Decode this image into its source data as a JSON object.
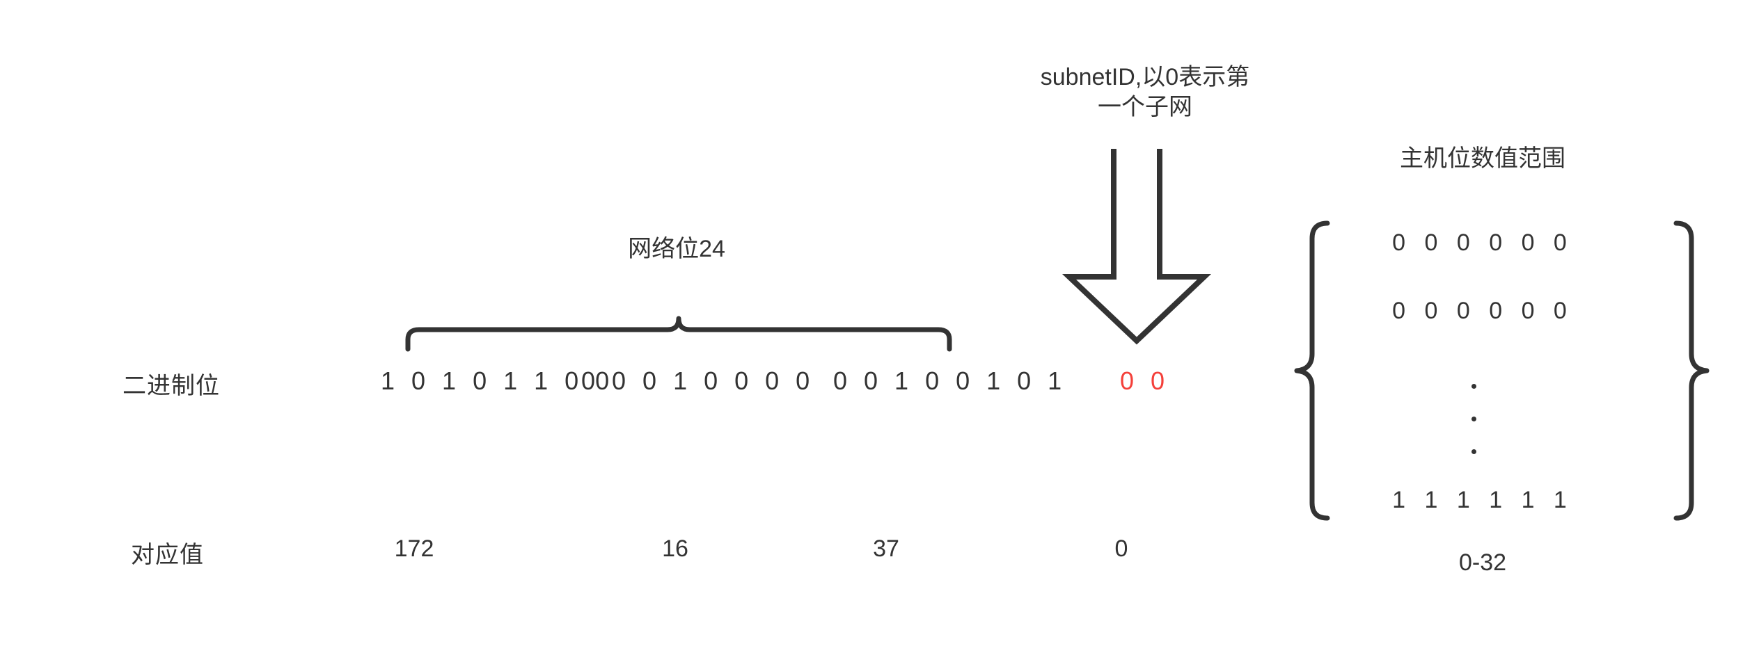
{
  "diagram": {
    "title_network": "网络位24",
    "title_subnet": "subnetID,以0表示第\n一个子网",
    "subnet_line1": "subnetID,以0表示第",
    "subnet_line2": "一个子网",
    "title_hostrange": "主机位数值范围",
    "rows": {
      "binary_label": "二进制位",
      "decimal_label": "对应值"
    },
    "octets": [
      {
        "bits": "1 0 1 0 1 1 0 0",
        "decimal": "172",
        "color": "#333333"
      },
      {
        "bits": "0 0 0 1 0 0 0 0",
        "decimal": "16",
        "color": "#333333"
      },
      {
        "bits": "0 0 1 0 0 1 0 1",
        "decimal": "37",
        "color": "#333333"
      }
    ],
    "subnet_field": {
      "bits": "0 0",
      "decimal": "0",
      "color": "#f4403a"
    },
    "host_field": {
      "rows": [
        "0 0 0 0 0 0",
        "0 0 0 0 0 0",
        "1 1 1 1 1 1"
      ],
      "row_first": "0 0 0 0 0 0",
      "row_second": "0 0 0 0 0 0",
      "row_last": "1 1 1 1 1 1",
      "ellipsis_dots": 3,
      "range": "0-32"
    },
    "colors": {
      "stroke": "#333333",
      "text": "#333333",
      "accent_red": "#f4403a",
      "background": "#ffffff"
    }
  }
}
